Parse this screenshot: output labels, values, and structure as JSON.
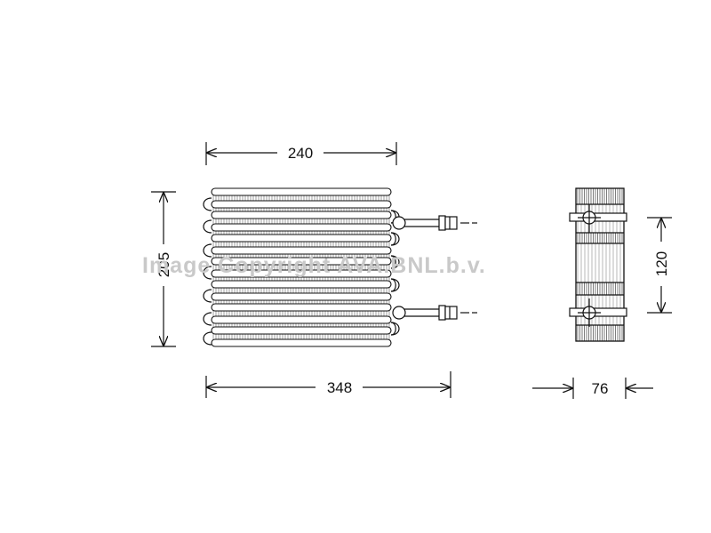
{
  "dimensions": {
    "width_top": "240",
    "height_left": "205",
    "width_bottom": "348",
    "depth": "76",
    "port_spacing": "120"
  },
  "watermark": "Image Copyright AVA.BNL.b.v.",
  "colors": {
    "line": "#111111",
    "watermark": "#c9c9c9",
    "background": "#ffffff"
  }
}
